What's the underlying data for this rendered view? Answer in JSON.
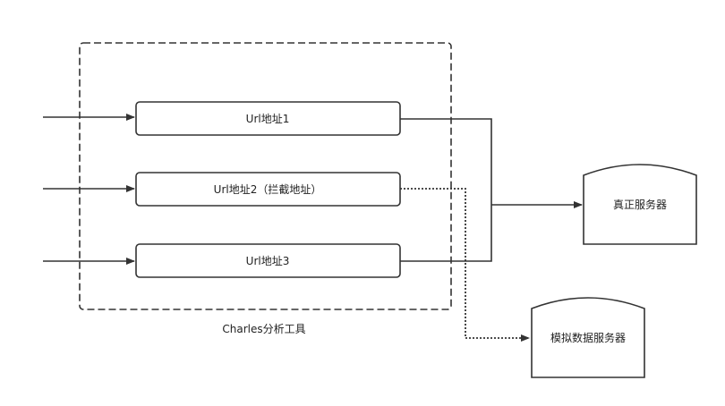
{
  "diagram": {
    "group_label": "Charles分析工具",
    "url_boxes": [
      {
        "label": "Url地址1"
      },
      {
        "label": "Url地址2（拦截地址）"
      },
      {
        "label": "Url地址3"
      }
    ],
    "servers": [
      {
        "label": "真正服务器"
      },
      {
        "label": "模拟数据服务器"
      }
    ],
    "colors": {
      "stroke": "#333333",
      "background": "#ffffff",
      "text": "#222222"
    }
  }
}
